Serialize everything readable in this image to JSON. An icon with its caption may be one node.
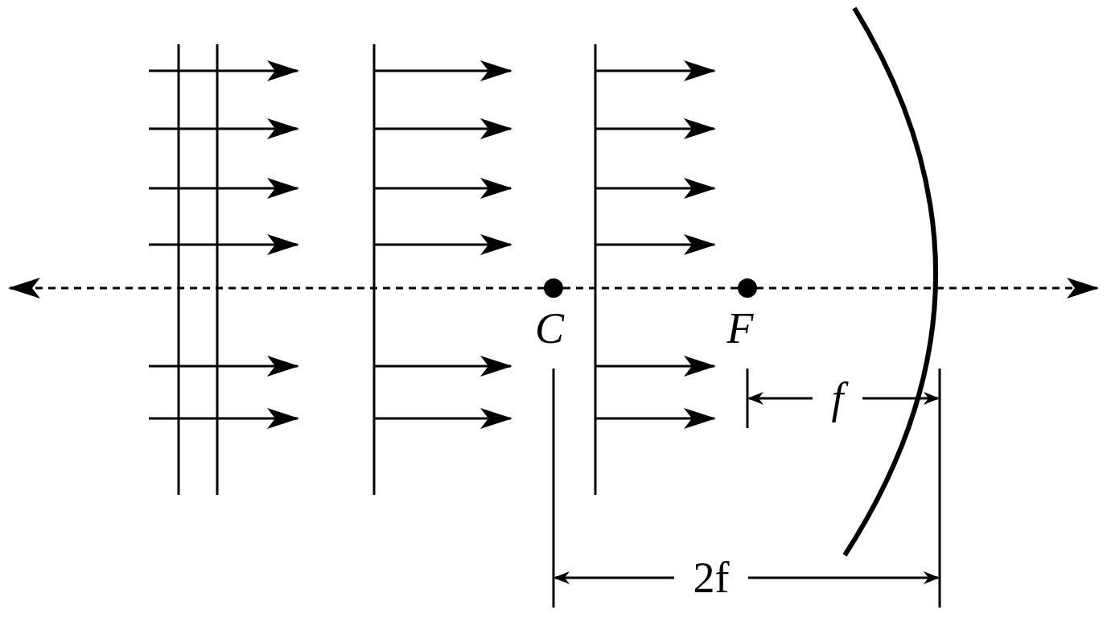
{
  "diagram": {
    "labels": [
      "C",
      "F",
      "f",
      "2f"
    ]
  }
}
